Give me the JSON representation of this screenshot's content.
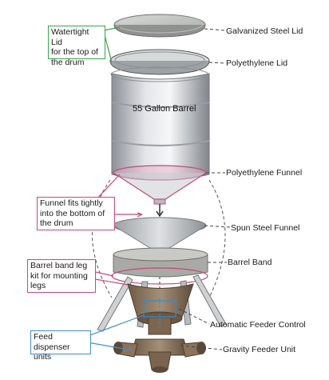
{
  "labels": {
    "galvanized_lid": "Galvanized Steel Lid",
    "poly_lid": "Polyethylene Lid",
    "barrel": "55 Gallon Barrel",
    "poly_funnel": "Polyethylene Funnel",
    "spun_funnel": "Spun Steel Funnel",
    "barrel_band": "Barrel Band",
    "auto_control": "Automatic Feeder Control",
    "gravity_unit": "Gravity Feeder Unit"
  },
  "callouts": {
    "watertight": [
      "Watertight Lid",
      "for the top of",
      "the drum"
    ],
    "funnel_fits": [
      "Funnel fits tightly",
      "into the bottom of",
      "the drum"
    ],
    "leg_kit": [
      "Barrel band leg",
      "kit for mounting",
      "legs"
    ],
    "dispenser": [
      "Feed dispenser",
      "units"
    ]
  },
  "colors": {
    "green": "#3aa54a",
    "pink": "#d0457a",
    "blue": "#3d8fd6",
    "leader": "#333333"
  }
}
